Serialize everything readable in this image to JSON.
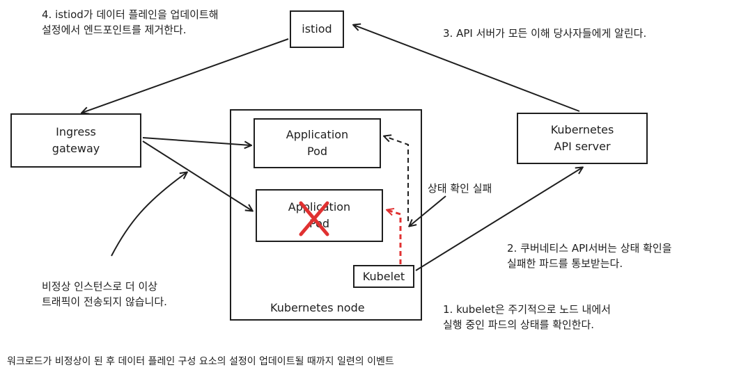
{
  "nodes": {
    "istiod": "istiod",
    "ingress_gateway": "Ingress\ngateway",
    "app_pod_1": "Application\nPod",
    "app_pod_2": "Application\nPod",
    "kube_api": "Kubernetes\nAPI server",
    "kubelet": "Kubelet",
    "kube_node": "Kubernetes node"
  },
  "annotations": {
    "step4": "4. istiod가 데이터 플레인을 업데이트해\n설정에서 엔드포인트를 제거한다.",
    "step3": "3. API 서버가 모든 이해 당사자들에게 알린다.",
    "health_check_failed": "상태 확인 실패",
    "step2": "2. 쿠버네티스 API서버는 상태 확인을\n실패한 파드를 통보받는다.",
    "step1": "1. kubelet은 주기적으로 노드 내에서\n실행 중인 파드의 상태를 확인한다.",
    "traffic_note": "비정상 인스턴스로 더 이상\n트래픽이 전송되지 않습니다.",
    "caption": "워크로드가 비정상이 된 후 데이터 플레인 구성 요소의 설정이 업데이트될 때까지 일련의 이벤트"
  },
  "colors": {
    "stroke": "#1e1e1e",
    "failure": "#e03131"
  }
}
